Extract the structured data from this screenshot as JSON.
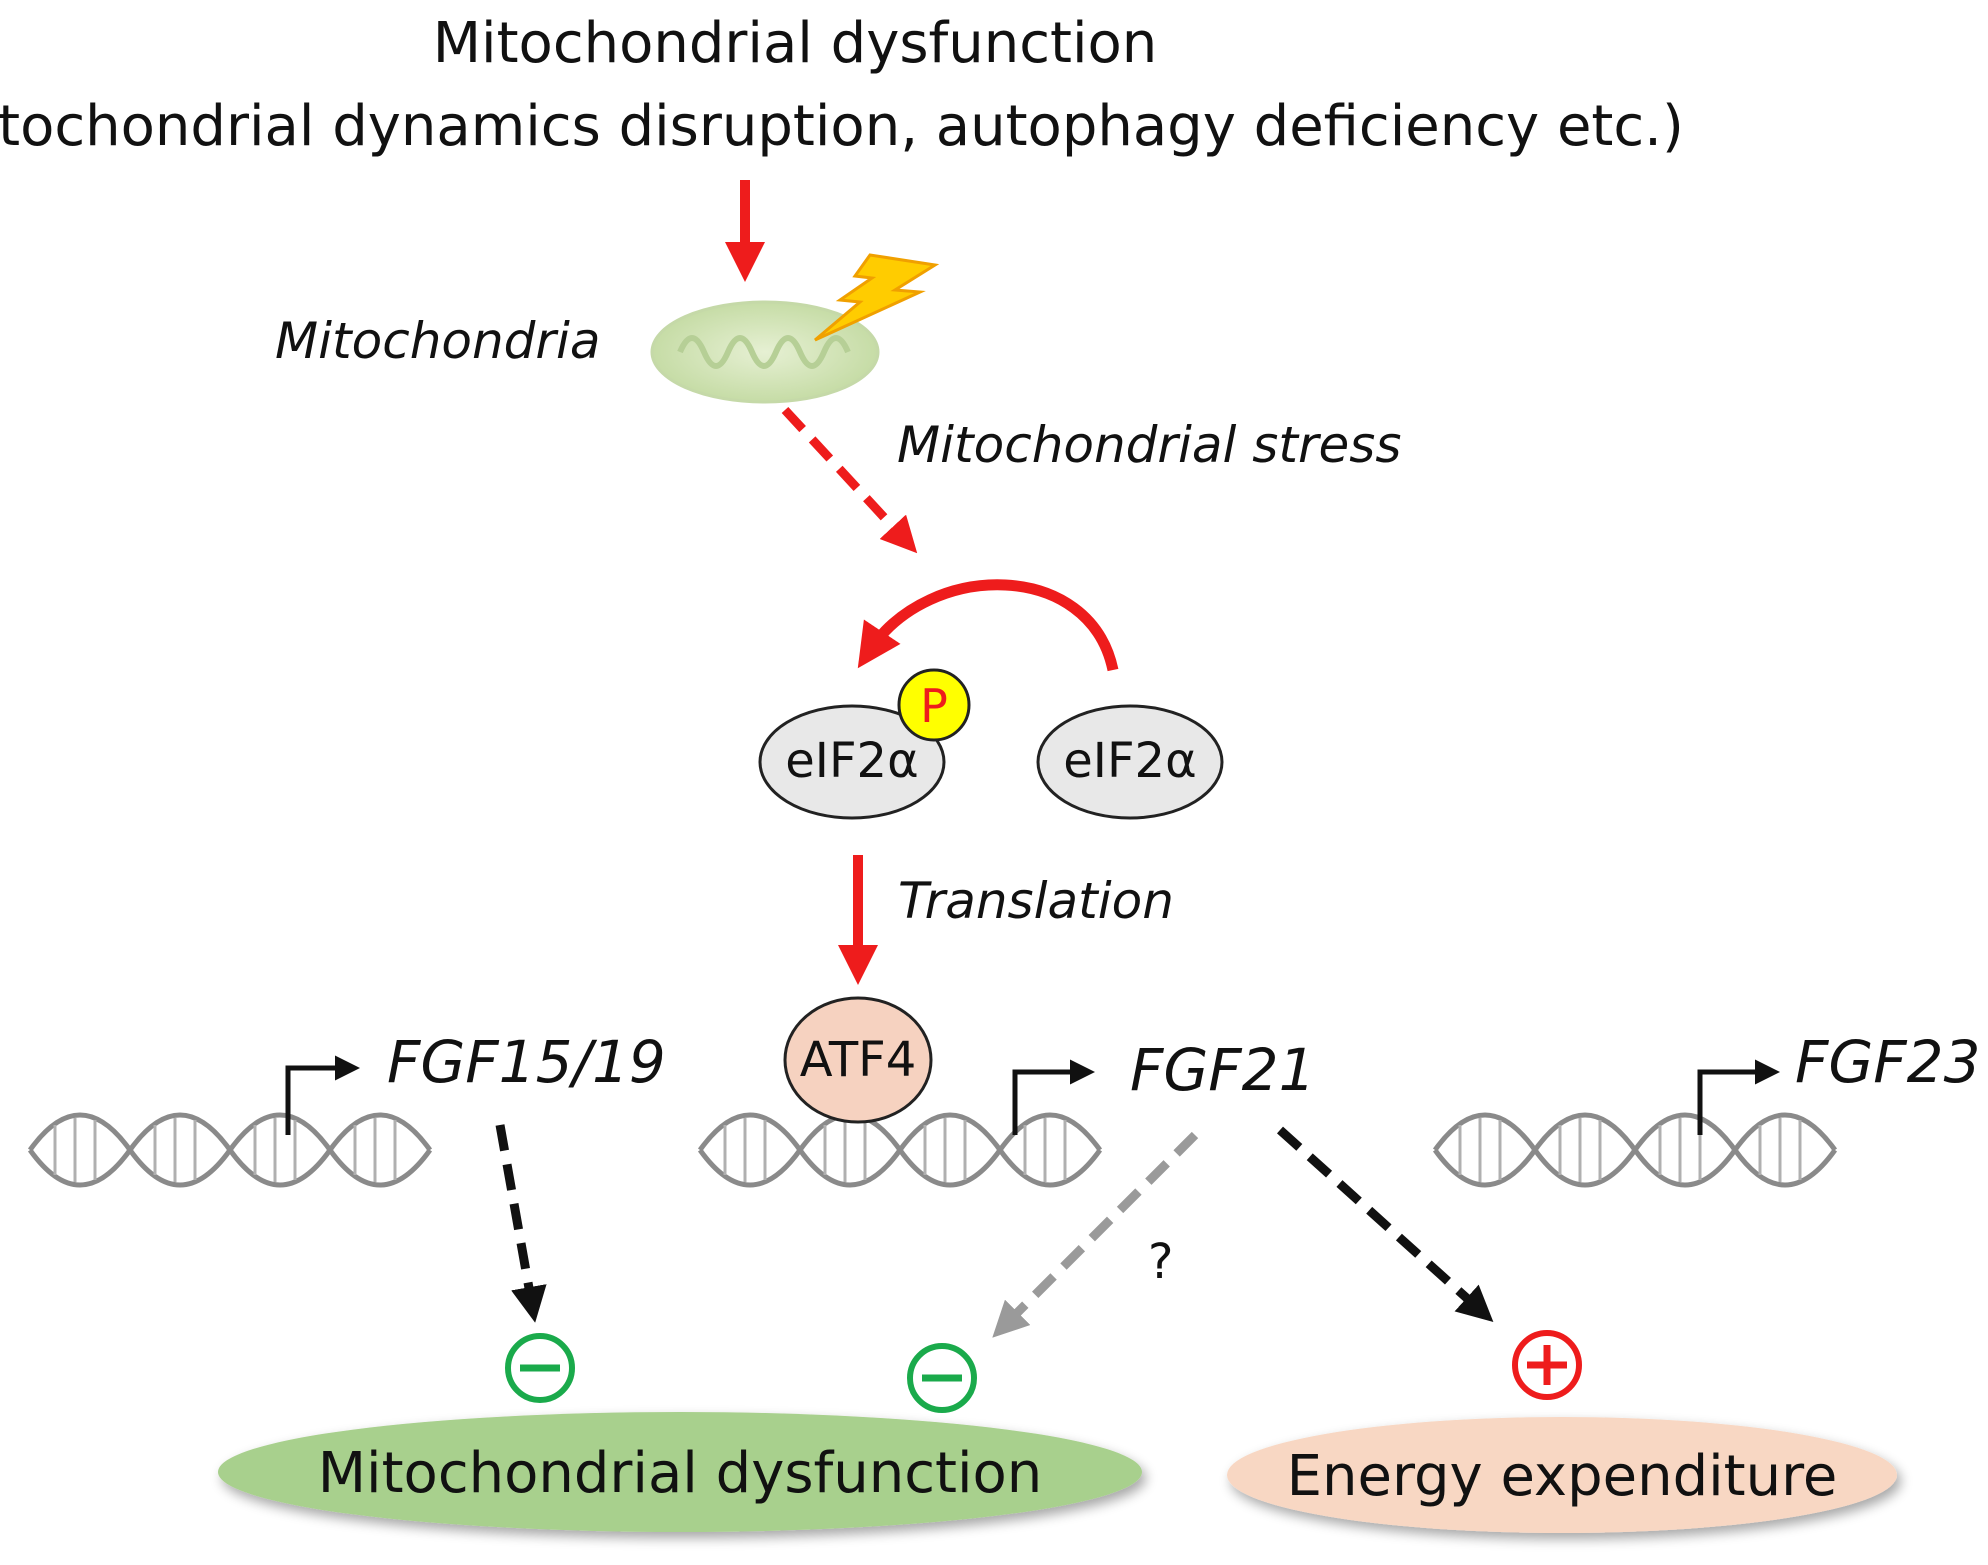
{
  "header": {
    "title": "Mitochondrial dysfunction",
    "subtitle": "(mitochondrial dynamics disruption, autophagy deficiency etc.)"
  },
  "labels": {
    "mitochondria": "Mitochondria",
    "stress": "Mitochondrial stress",
    "translation": "Translation",
    "question": "?"
  },
  "proteins": {
    "eif2a_p": "eIF2α",
    "eif2a": "eIF2α",
    "phospho": "P",
    "atf4": "ATF4"
  },
  "genes": {
    "fgf15_19": "FGF15/19",
    "fgf21": "FGF21",
    "fgf23": "FGF23"
  },
  "outcomes": {
    "mito_dysfunction": "Mitochondrial dysfunction",
    "energy_expenditure": "Energy expenditure",
    "minus": "−",
    "plus": "+"
  },
  "colors": {
    "red": "#ee1c1c",
    "green_sign": "#1aaa4b",
    "mito_ellipse": "#a8d08d",
    "energy_ellipse": "#f8d7c3",
    "atf4_fill": "#f6d2c0",
    "eif2a_fill": "#e8e8e8",
    "phospho_fill": "#ffff00",
    "gray_arrow": "#9a9a9a"
  }
}
